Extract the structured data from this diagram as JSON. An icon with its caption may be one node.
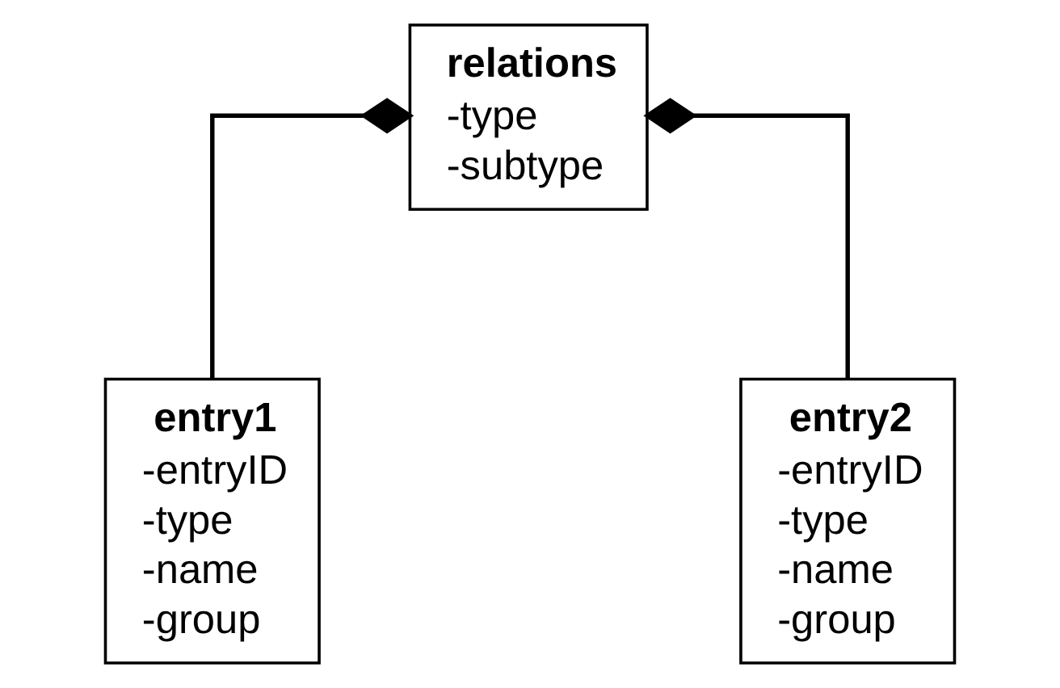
{
  "diagram": {
    "nodes": [
      {
        "text": [
          "relations",
          "-type",
          "-subtype"
        ]
      },
      {
        "text": [
          "entry1",
          "-entryID",
          "-type",
          "-name",
          "-group"
        ]
      },
      {
        "text": [
          "entry2",
          "-entryID",
          "-type",
          "-name",
          "-group"
        ]
      }
    ],
    "edges": [
      {
        "from": 1,
        "to": 0,
        "arrow": "other"
      },
      {
        "from": 2,
        "to": 0,
        "arrow": "other"
      }
    ]
  }
}
